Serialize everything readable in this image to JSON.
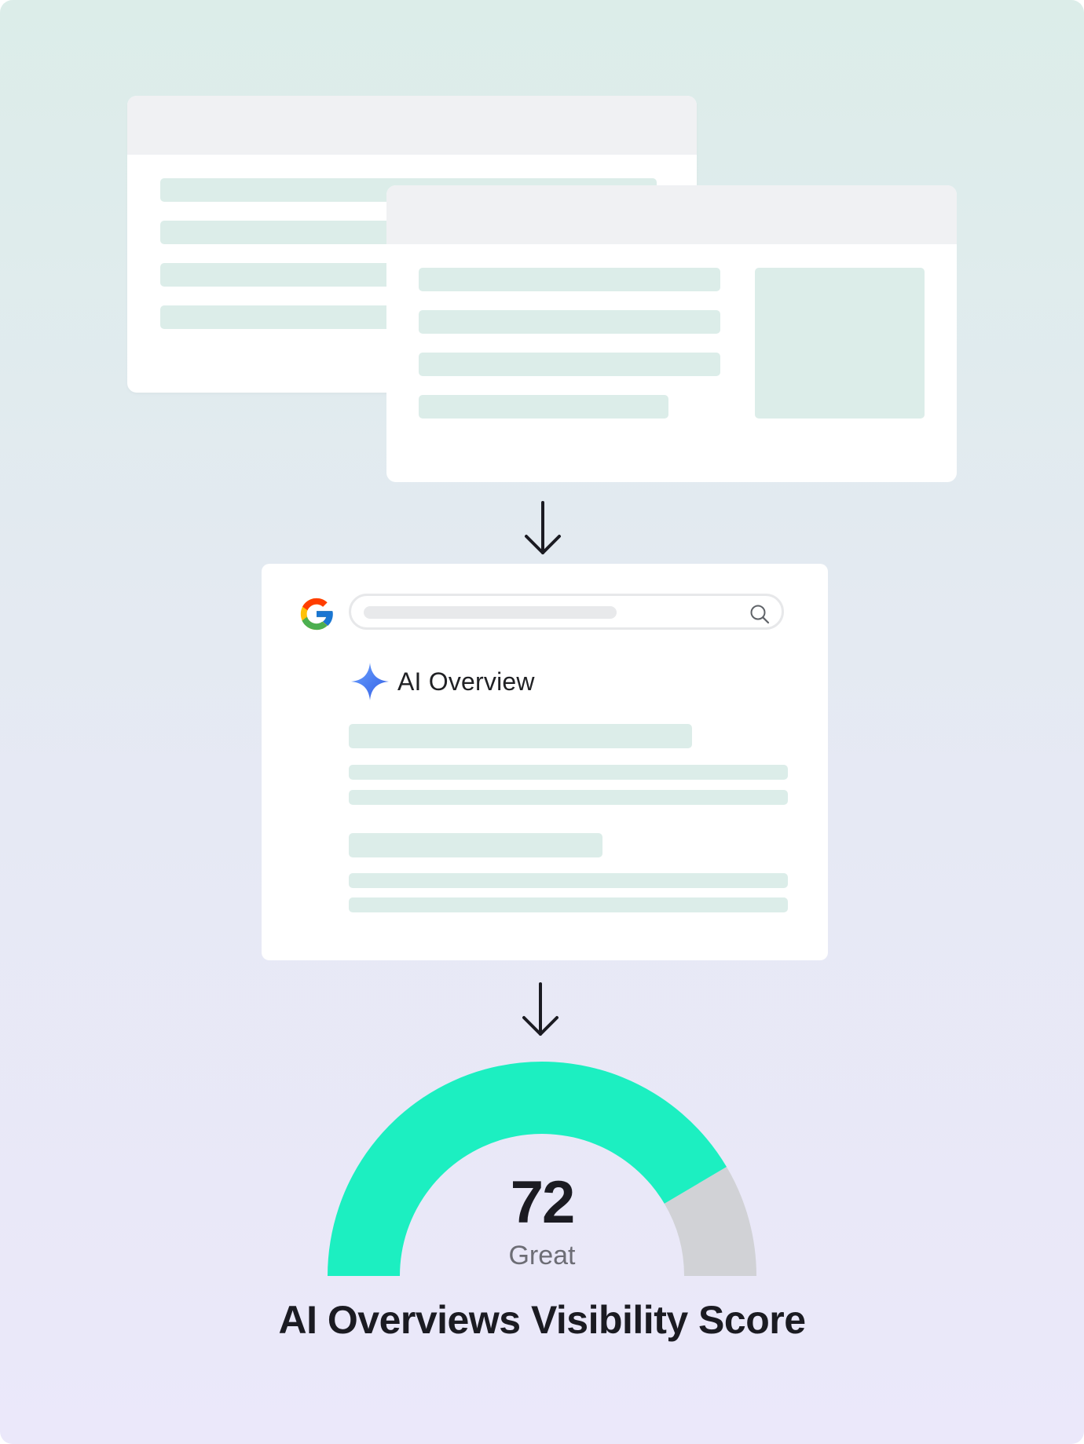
{
  "colors": {
    "dot_red": "#fe5556",
    "dot_yellow": "#fec000",
    "dot_green": "#80c750",
    "placeholder": "#dcede9",
    "gauge_fill": "#1cefc1",
    "gauge_track": "#d1d2d6"
  },
  "icons": {
    "arrow": "down-arrow-icon",
    "search": "magnifier-icon",
    "brand": "google-g-icon",
    "ai": "sparkle-icon"
  },
  "ai_overview": {
    "label": "AI Overview"
  },
  "score": {
    "value": "72",
    "rating": "Great",
    "title": "AI Overviews Visibility Score",
    "gauge_fraction": 0.83
  }
}
